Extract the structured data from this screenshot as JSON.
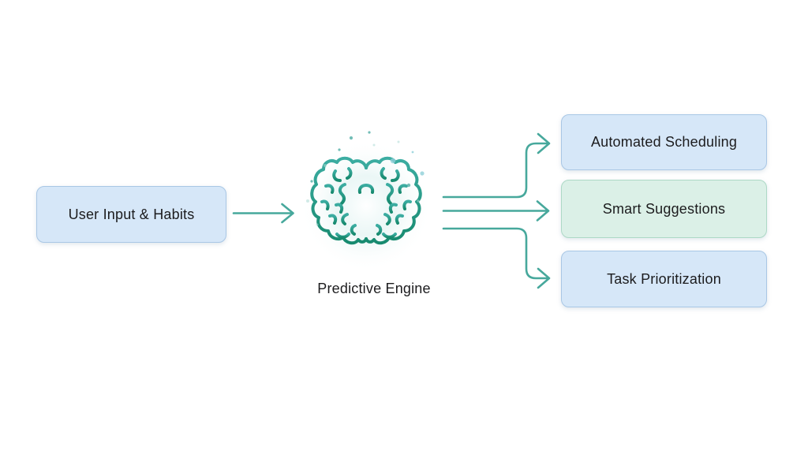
{
  "diagram": {
    "input_node": {
      "label": "User Input & Habits"
    },
    "engine": {
      "label": "Predictive Engine",
      "icon": "brain-icon"
    },
    "output_nodes": [
      {
        "label": "Automated Scheduling",
        "fill": "#d6e7f8",
        "border": "#a9c7e5"
      },
      {
        "label": "Smart Suggestions",
        "fill": "#dbf0e7",
        "border": "#add9c6"
      },
      {
        "label": "Task Prioritization",
        "fill": "#d6e7f8",
        "border": "#a9c7e5"
      }
    ],
    "colors": {
      "arrow": "#47a89c",
      "brain_gradient_top": "#3cada2",
      "brain_gradient_bottom": "#178a6f",
      "node_blue_fill": "#d6e7f8",
      "node_blue_border": "#a9c7e5",
      "node_green_fill": "#dbf0e7",
      "node_green_border": "#add9c6",
      "text": "#1c1c1e",
      "background": "#ffffff"
    }
  }
}
